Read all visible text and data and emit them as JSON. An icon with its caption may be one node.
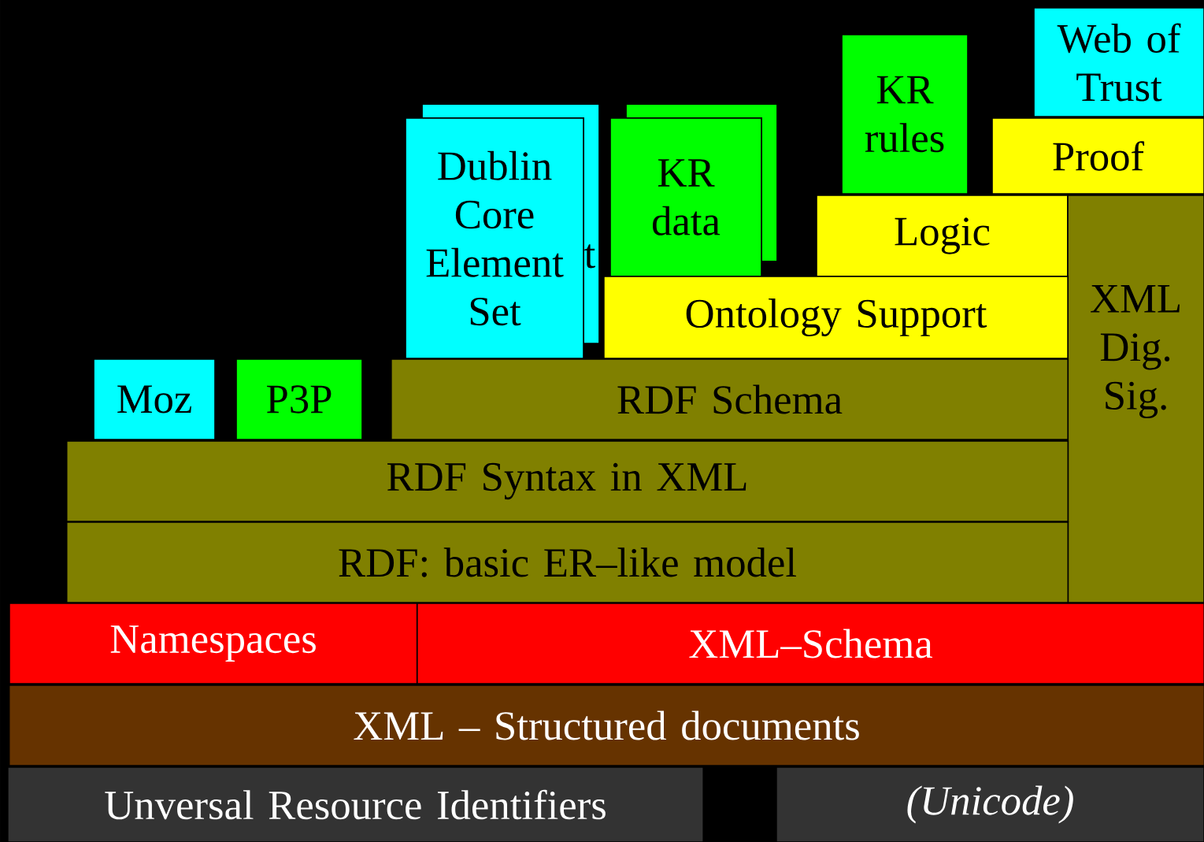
{
  "diagram": {
    "nodes": [
      {
        "text": [
          "Web of Trust"
        ]
      },
      {
        "text": [
          "KR rules"
        ]
      },
      {
        "text": [
          "Dublin Core Element Set",
          "t"
        ]
      },
      {
        "text": [
          "KR data"
        ]
      },
      {
        "text": [
          "Proof"
        ]
      },
      {
        "text": [
          "Logic"
        ]
      },
      {
        "text": [
          "XML Dig. Sig."
        ]
      },
      {
        "text": [
          "Ontology Support"
        ]
      },
      {
        "text": [
          "Moz"
        ]
      },
      {
        "text": [
          "P3P"
        ]
      },
      {
        "text": [
          "RDF Schema"
        ]
      },
      {
        "text": [
          "RDF Syntax in XML"
        ]
      },
      {
        "text": [
          "RDF: basic ER–like model"
        ]
      },
      {
        "text": [
          "Namespaces"
        ]
      },
      {
        "text": [
          "XML–Schema"
        ]
      },
      {
        "text": [
          "XML – Structured documents"
        ]
      },
      {
        "text": [
          "Unversal Resource Identifiers"
        ]
      },
      {
        "text": [
          "(Unicode)"
        ]
      }
    ],
    "edges": []
  }
}
